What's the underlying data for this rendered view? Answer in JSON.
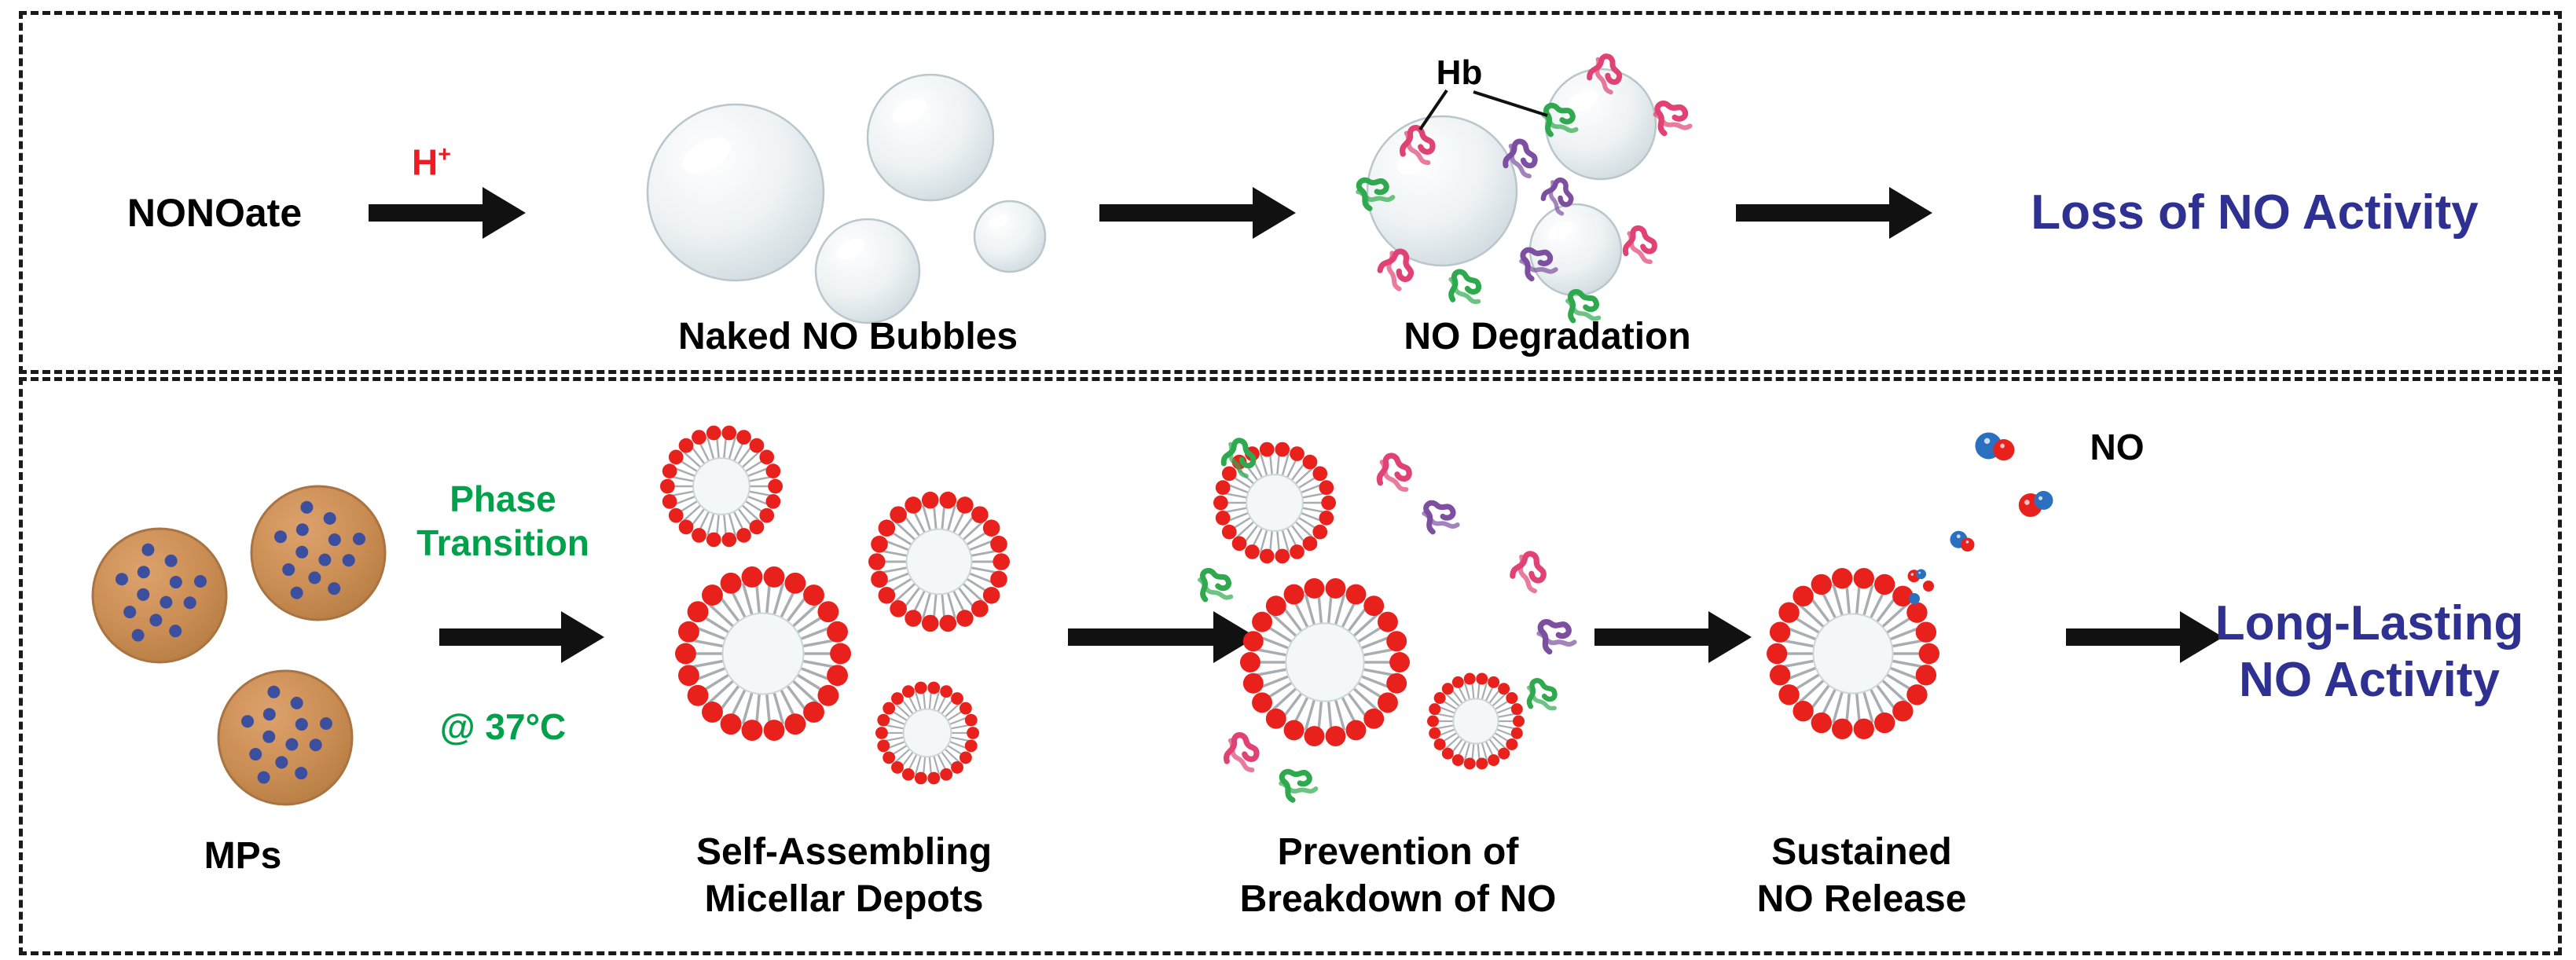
{
  "colors": {
    "navy": "#2e3192",
    "red": "#ec1c24",
    "green": "#00a14b",
    "arrow": "#111111",
    "bubble_edge": "#b9c6cc",
    "micelle_bead": "#e8211d",
    "micelle_tail": "#a8adb2",
    "mp_fill": "#c98c52",
    "mp_edge": "#a97342",
    "mp_dot": "#3c4f9e",
    "protein_green": "#2fa94d",
    "protein_pink": "#e04373",
    "protein_purple": "#7c4fa0",
    "no_red": "#e8211d",
    "no_blue": "#2b6fc0"
  },
  "top": {
    "nonoate": "NONOate",
    "h_base": "H",
    "h_sup": "+",
    "naked_label": "Naked NO Bubbles",
    "hb_label": "Hb",
    "degradation_label": "NO Degradation",
    "loss_headline": "Loss of NO Activity"
  },
  "bottom": {
    "mps_label": "MPs",
    "phase_line1": "Phase",
    "phase_line2": "Transition",
    "temp_label": "@ 37°C",
    "micellar_line1": "Self-Assembling",
    "micellar_line2": "Micellar Depots",
    "prevention_line1": "Prevention of",
    "prevention_line2": "Breakdown of NO",
    "sustained_line1": "Sustained",
    "sustained_line2": "NO Release",
    "no_label": "NO",
    "long_line1": "Long-Lasting",
    "long_line2": "NO Activity"
  }
}
